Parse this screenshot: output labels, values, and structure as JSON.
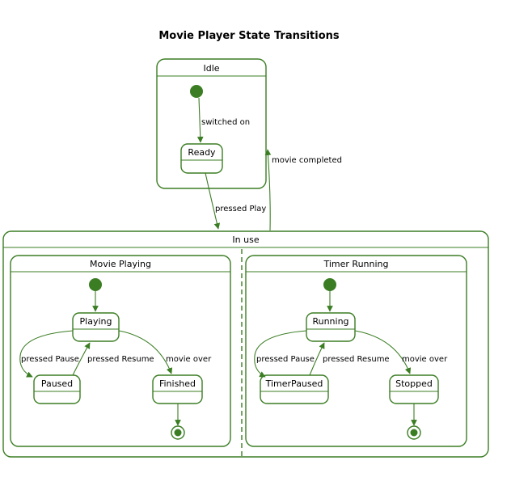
{
  "title": "Movie Player State Transitions",
  "colors": {
    "stroke": "#3b7d23",
    "fill": "#3b7d23",
    "background": "#ffffff"
  },
  "states": {
    "idle": "Idle",
    "ready": "Ready",
    "in_use": "In use",
    "movie_playing": "Movie Playing",
    "timer_running": "Timer Running",
    "playing": "Playing",
    "paused": "Paused",
    "finished": "Finished",
    "running": "Running",
    "timer_paused": "TimerPaused",
    "stopped": "Stopped"
  },
  "transitions": {
    "switched_on": "switched on",
    "pressed_play": "pressed Play",
    "movie_completed": "movie completed",
    "mp_pressed_pause": "pressed Pause",
    "mp_pressed_resume": "pressed Resume",
    "mp_movie_over": "movie over",
    "tr_pressed_pause": "pressed Pause",
    "tr_pressed_resume": "pressed Resume",
    "tr_movie_over": "movie over"
  }
}
